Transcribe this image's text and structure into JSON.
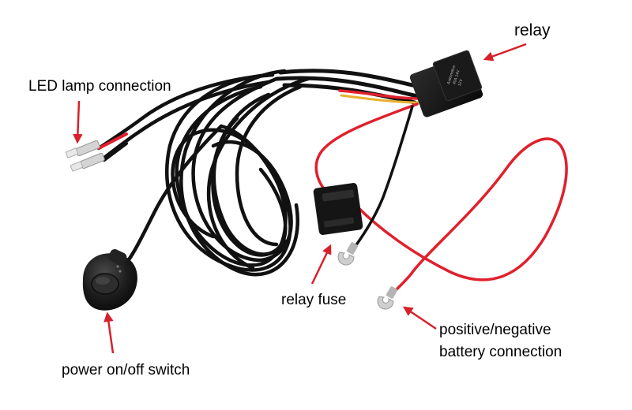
{
  "labels": {
    "led_lamp": "LED lamp connection",
    "relay": "relay",
    "relay_fuse": "relay fuse",
    "power_switch": "power on/off switch",
    "battery_line1": "positive/negative",
    "battery_line2": "battery connection"
  },
  "colors": {
    "wire_black": "#111111",
    "wire_red": "#e0202c",
    "arrow_red": "#d8202a",
    "terminal_metal": "#c9c9c9",
    "switch_body": "#1c1c1c"
  }
}
